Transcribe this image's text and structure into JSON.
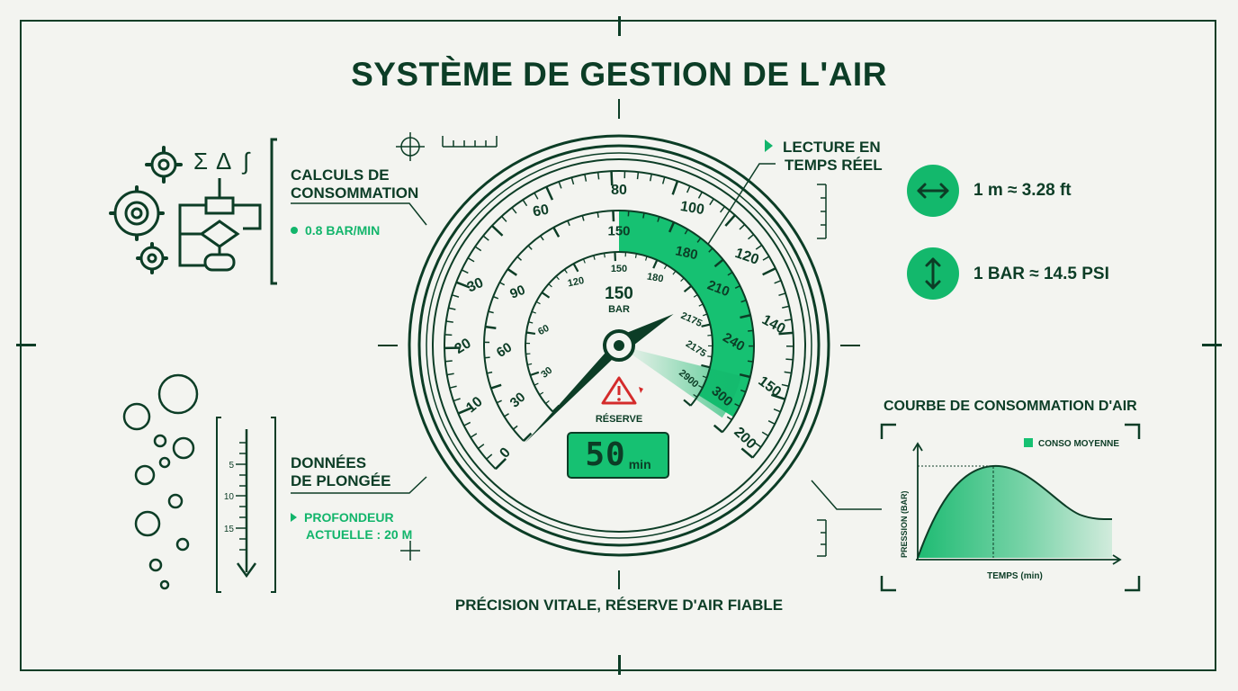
{
  "title": "SYSTÈME DE GESTION DE L'AIR",
  "consumption": {
    "label_line1": "CALCULS DE",
    "label_line2": "CONSOMMATION",
    "rate": "0.8 BAR/MIN"
  },
  "dive_data": {
    "label_line1": "DONNÉES",
    "label_line2": "DE PLONGÉE",
    "depth_line1": "PROFONDEUR",
    "depth_line2": "ACTUELLE : 20 M",
    "depth_ticks": [
      "5",
      "10",
      "15"
    ]
  },
  "realtime": {
    "label_line1": "LECTURE EN",
    "label_line2": "TEMPS RÉEL"
  },
  "conversions": {
    "length": "1 m ≈ 3.28 ft",
    "pressure": "1 BAR ≈ 14.5 PSI",
    "length_icon": "horizontal-arrows-icon",
    "pressure_icon": "vertical-arrows-icon"
  },
  "gauge": {
    "center_value": "150",
    "center_unit": "BAR",
    "outer_labels": [
      "0",
      "10",
      "20",
      "30",
      "60",
      "80",
      "100",
      "120",
      "140",
      "150",
      "200"
    ],
    "middle_labels": [
      "30",
      "60",
      "90",
      "150",
      "180",
      "210",
      "240",
      "300"
    ],
    "inner_labels": [
      "30",
      "60",
      "120",
      "150",
      "180",
      "2175",
      "2175",
      "2900"
    ],
    "reserve_label": "RÉSERVE",
    "warning_icon": "warning-triangle-icon",
    "remaining_time": "50",
    "remaining_unit": "min",
    "needle_value": 150
  },
  "curve": {
    "title": "COURBE DE CONSOMMATION D'AIR",
    "legend": "CONSO MOYENNE",
    "ylabel": "PRESSION (BAR)",
    "xlabel": "TEMPS (min)"
  },
  "footer": "PRÉCISION VITALE, RÉSERVE D'AIR FIABLE",
  "colors": {
    "dark_green": "#0c3d26",
    "accent_green": "#13b86c",
    "background": "#f3f4f0",
    "warning_red": "#d42b2b"
  }
}
